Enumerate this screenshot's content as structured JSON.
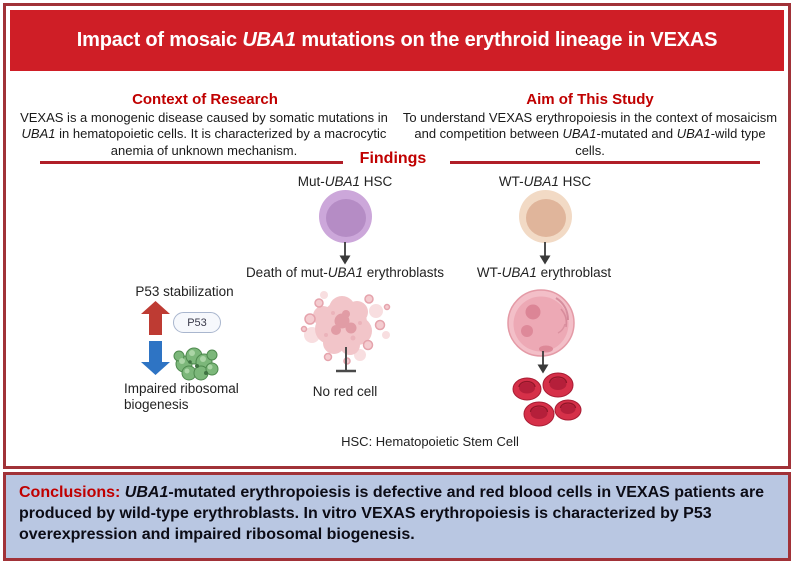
{
  "title": {
    "pre": "Impact of mosaic ",
    "gene": "UBA1",
    "post": " mutations on the erythroid lineage in VEXAS"
  },
  "context": {
    "heading": "Context of Research",
    "body_pre": "VEXAS is a monogenic disease caused by somatic mutations in ",
    "body_gene": "UBA1",
    "body_post": " in hematopoietic cells. It is characterized by a macrocytic anemia of unknown mechanism."
  },
  "aim": {
    "heading": "Aim of This Study",
    "body_pre": "To understand VEXAS erythropoiesis in the context of mosaicism and competition between ",
    "gene1": "UBA1",
    "body_mid": "-mutated and ",
    "gene2": "UBA1",
    "body_post": "-wild type cells."
  },
  "findings": {
    "heading": "Findings",
    "mut_hsc": {
      "pre": "Mut-",
      "gene": "UBA1",
      "post": " HSC"
    },
    "wt_hsc": {
      "pre": "WT-",
      "gene": "UBA1",
      "post": " HSC"
    },
    "death_label": {
      "pre": "Death of mut-",
      "gene": "UBA1",
      "post": " erythroblasts"
    },
    "wt_erythroblast": {
      "pre": "WT-",
      "gene": "UBA1",
      "post": " erythroblast"
    },
    "no_red_cell": "No red cell",
    "hsc_note": "HSC: Hematopoietic Stem Cell",
    "p53_stabilization": "P53 stabilization",
    "p53_badge": "P53",
    "impaired_ribosomal": "Impaired ribosomal biogenesis"
  },
  "conclusions": {
    "label": "Conclusions: ",
    "gene": "UBA1",
    "body": "-mutated erythropoiesis is defective and red blood cells in VEXAS patients are produced by wild-type erythroblasts. In vitro VEXAS erythropoiesis is characterized by P53 overexpression and impaired ribosomal biogenesis."
  },
  "colors": {
    "border_red": "#A13238",
    "banner_red": "#CF1E26",
    "heading_red": "#C00000",
    "findings_line_red": "#B01E28",
    "conclusion_bg": "#B9C7E2",
    "up_arrow_red": "#BE3B33",
    "down_arrow_blue": "#2E74C4"
  }
}
